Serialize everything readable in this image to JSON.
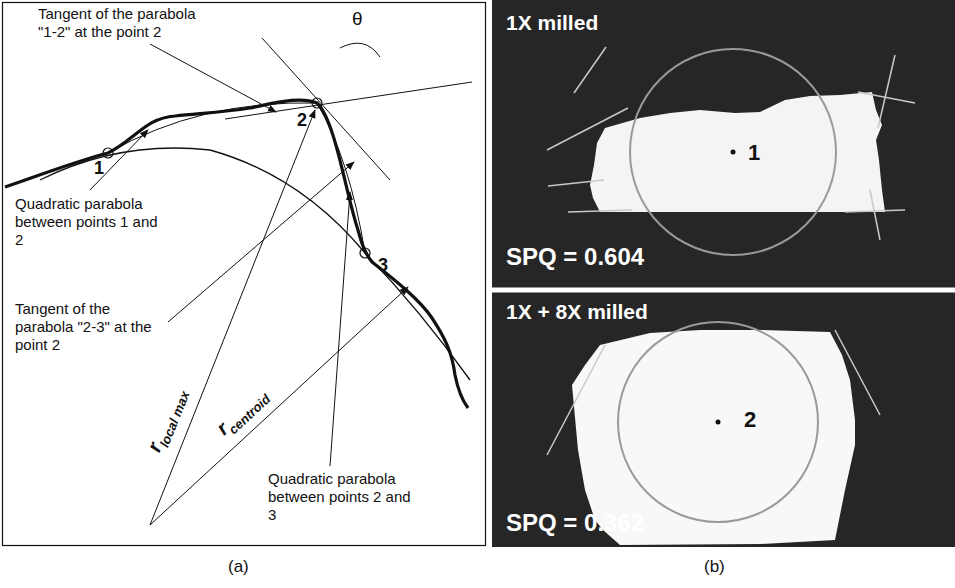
{
  "diagram": {
    "nodes": [
      {
        "text": [
          "1X milled",
          "1",
          "SPQ = 0.604"
        ]
      },
      {
        "text": [
          "1X + 8X milled",
          "2",
          "SPQ = 0.362"
        ]
      }
    ],
    "labels": [
      "Tangent of the parabola \"1-2\" at the point 2",
      "θ",
      "1",
      "2",
      "Quadratic parabola between points 1 and 2",
      "3",
      "Tangent of the parabola \"2-3\" at the point 2",
      "r",
      "local max",
      "r",
      "centroid",
      "Quadratic parabola between points 2 and 3",
      "(a)",
      "(b)"
    ]
  }
}
